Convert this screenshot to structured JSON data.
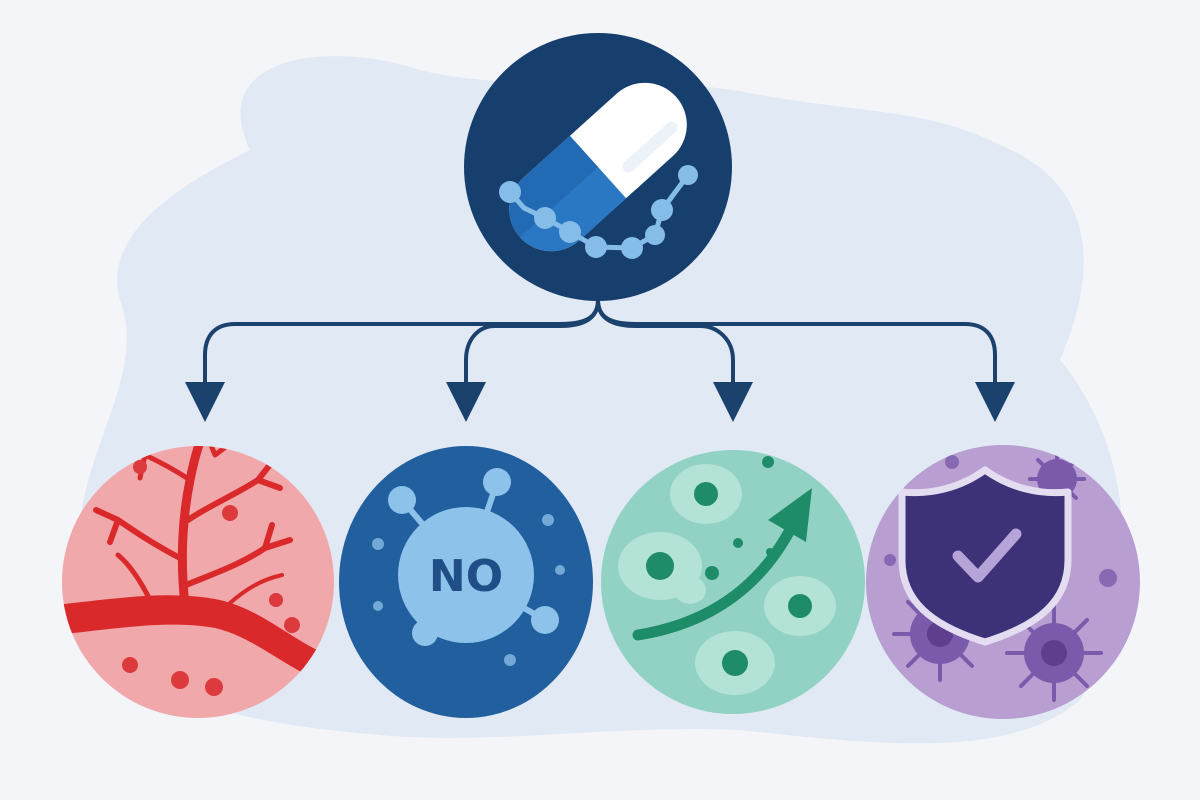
{
  "colors": {
    "background": "#f3f5f9",
    "blob": "#e1e9f4",
    "navy": "#173f6e",
    "arrow": "#1b416d",
    "vascular": "#f1a8aa",
    "vessel": "#d9292b",
    "nitric_oxide": "#215f9e",
    "no_molecule": "#8dc2ea",
    "no_text": "#1f4f86",
    "tissue": "#92d2c4",
    "tissue_accent": "#1e8c69",
    "immune": "#b89ed1",
    "shield": "#3d3178",
    "pathogen": "#7a5aaa"
  },
  "diagram": {
    "source": {
      "icon": "capsule-with-molecule-chain-icon"
    },
    "effects": [
      {
        "name": "blood-vessels",
        "icon": "branching-blood-vessel-icon"
      },
      {
        "name": "nitric-oxide",
        "icon": "nitric-oxide-molecule-icon",
        "label": "NO"
      },
      {
        "name": "cell-growth",
        "icon": "cells-with-up-arrow-icon"
      },
      {
        "name": "immune-defense",
        "icon": "shield-check-with-viruses-icon"
      }
    ]
  }
}
